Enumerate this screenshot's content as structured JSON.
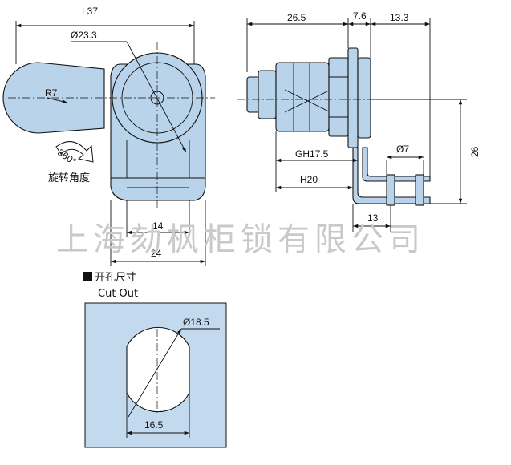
{
  "front_view": {
    "dim_length": "L37",
    "dim_diameter": "Ø23.3",
    "dim_radius": "R7",
    "rotation_angle": "360°",
    "rotation_label": "旋转角度",
    "dim_width_14": "14",
    "dim_width_24": "24"
  },
  "side_view": {
    "dim_26_5": "26.5",
    "dim_7_6": "7.6",
    "dim_13_3": "13.3",
    "dim_gh": "GH17.5",
    "dim_hole": "Ø7",
    "dim_h": "H20",
    "dim_height": "26",
    "dim_13": "13"
  },
  "watermark": "上海劾枫柜锁有限公司",
  "cutout": {
    "title_cn": "开孔尺寸",
    "title_en": "Cut Out",
    "dim_diameter": "Ø18.5",
    "dim_flat": "16.5"
  },
  "colors": {
    "part_fill": "#b9d3ea",
    "panel_fill": "#c3d9ee",
    "line": "#111111",
    "watermark": "#c9c9c9"
  }
}
